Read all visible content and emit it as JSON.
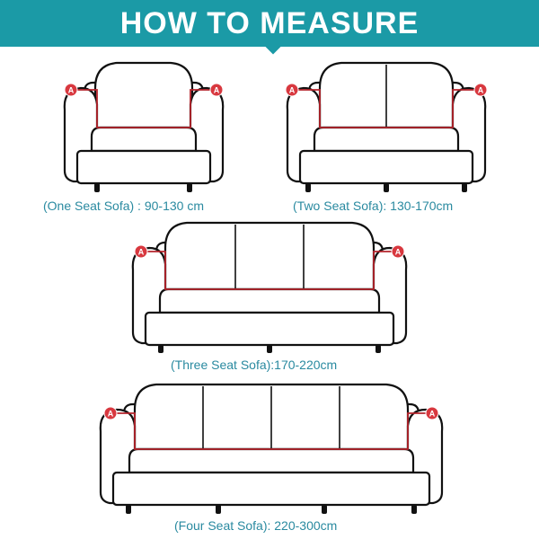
{
  "header": {
    "title": "HOW TO MEASURE"
  },
  "colors": {
    "header_bg": "#1b9aa6",
    "caption": "#2a8aa0",
    "measure_line": "#b5242c",
    "marker": "#d8383f"
  },
  "marker_label": "A",
  "sofas": [
    {
      "caption": "(One Seat Sofa) : 90-130 cm",
      "seats": 1
    },
    {
      "caption": "(Two Seat Sofa): 130-170cm",
      "seats": 2
    },
    {
      "caption": "(Three Seat Sofa):170-220cm",
      "seats": 3
    },
    {
      "caption": "(Four Seat Sofa): 220-300cm",
      "seats": 4
    }
  ]
}
